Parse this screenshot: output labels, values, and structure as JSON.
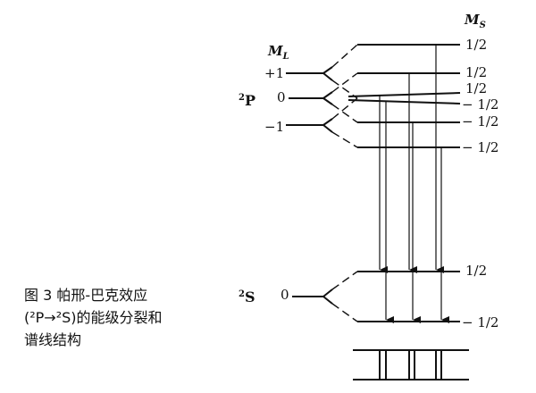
{
  "axes": {
    "ms_label": "M",
    "ms_sub": "S",
    "ml_label": "M",
    "ml_sub": "L"
  },
  "terms": {
    "upper": {
      "sup": "2",
      "letter": "P"
    },
    "lower": {
      "sup": "2",
      "letter": "S"
    }
  },
  "ml_values": [
    "+1",
    "0",
    "−1"
  ],
  "ml_lower": "0",
  "ms_values": [
    "1/2",
    "1/2",
    "1/2",
    "− 1/2",
    "− 1/2",
    "− 1/2"
  ],
  "ms_lower": [
    "1/2",
    "− 1/2"
  ],
  "caption": [
    "图 3  帕邢-巴克效应",
    "(²P→²S)的能级分裂和",
    "谱线结构"
  ]
}
